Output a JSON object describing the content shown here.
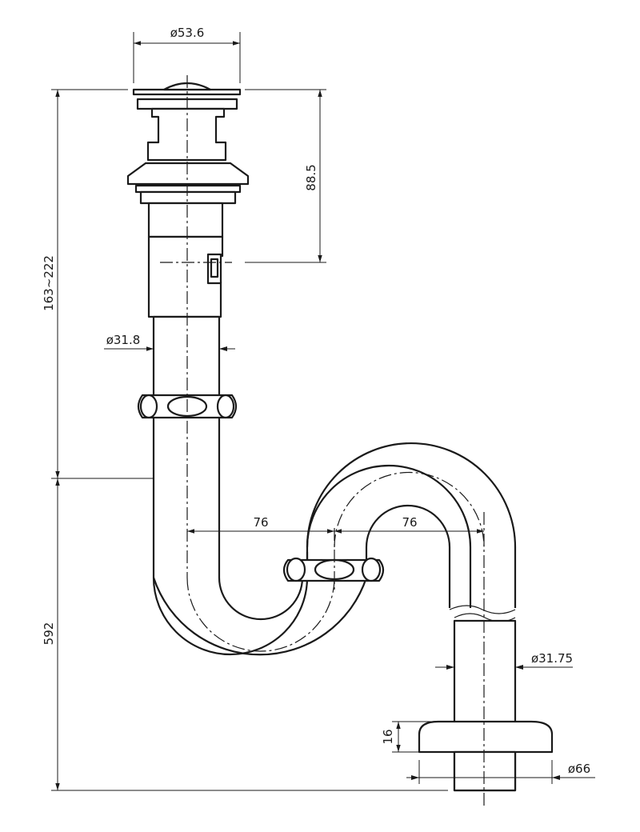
{
  "dimensions": {
    "flange_diameter": "ø53.6",
    "overflow_height": "88.5",
    "adjustable_height": "163~222",
    "tailpiece_diameter": "ø31.8",
    "trap_offset_left": "76",
    "trap_offset_right": "76",
    "total_height": "592",
    "drain_pipe_diameter": "ø31.75",
    "escutcheon_height": "16",
    "escutcheon_diameter": "ø66"
  }
}
